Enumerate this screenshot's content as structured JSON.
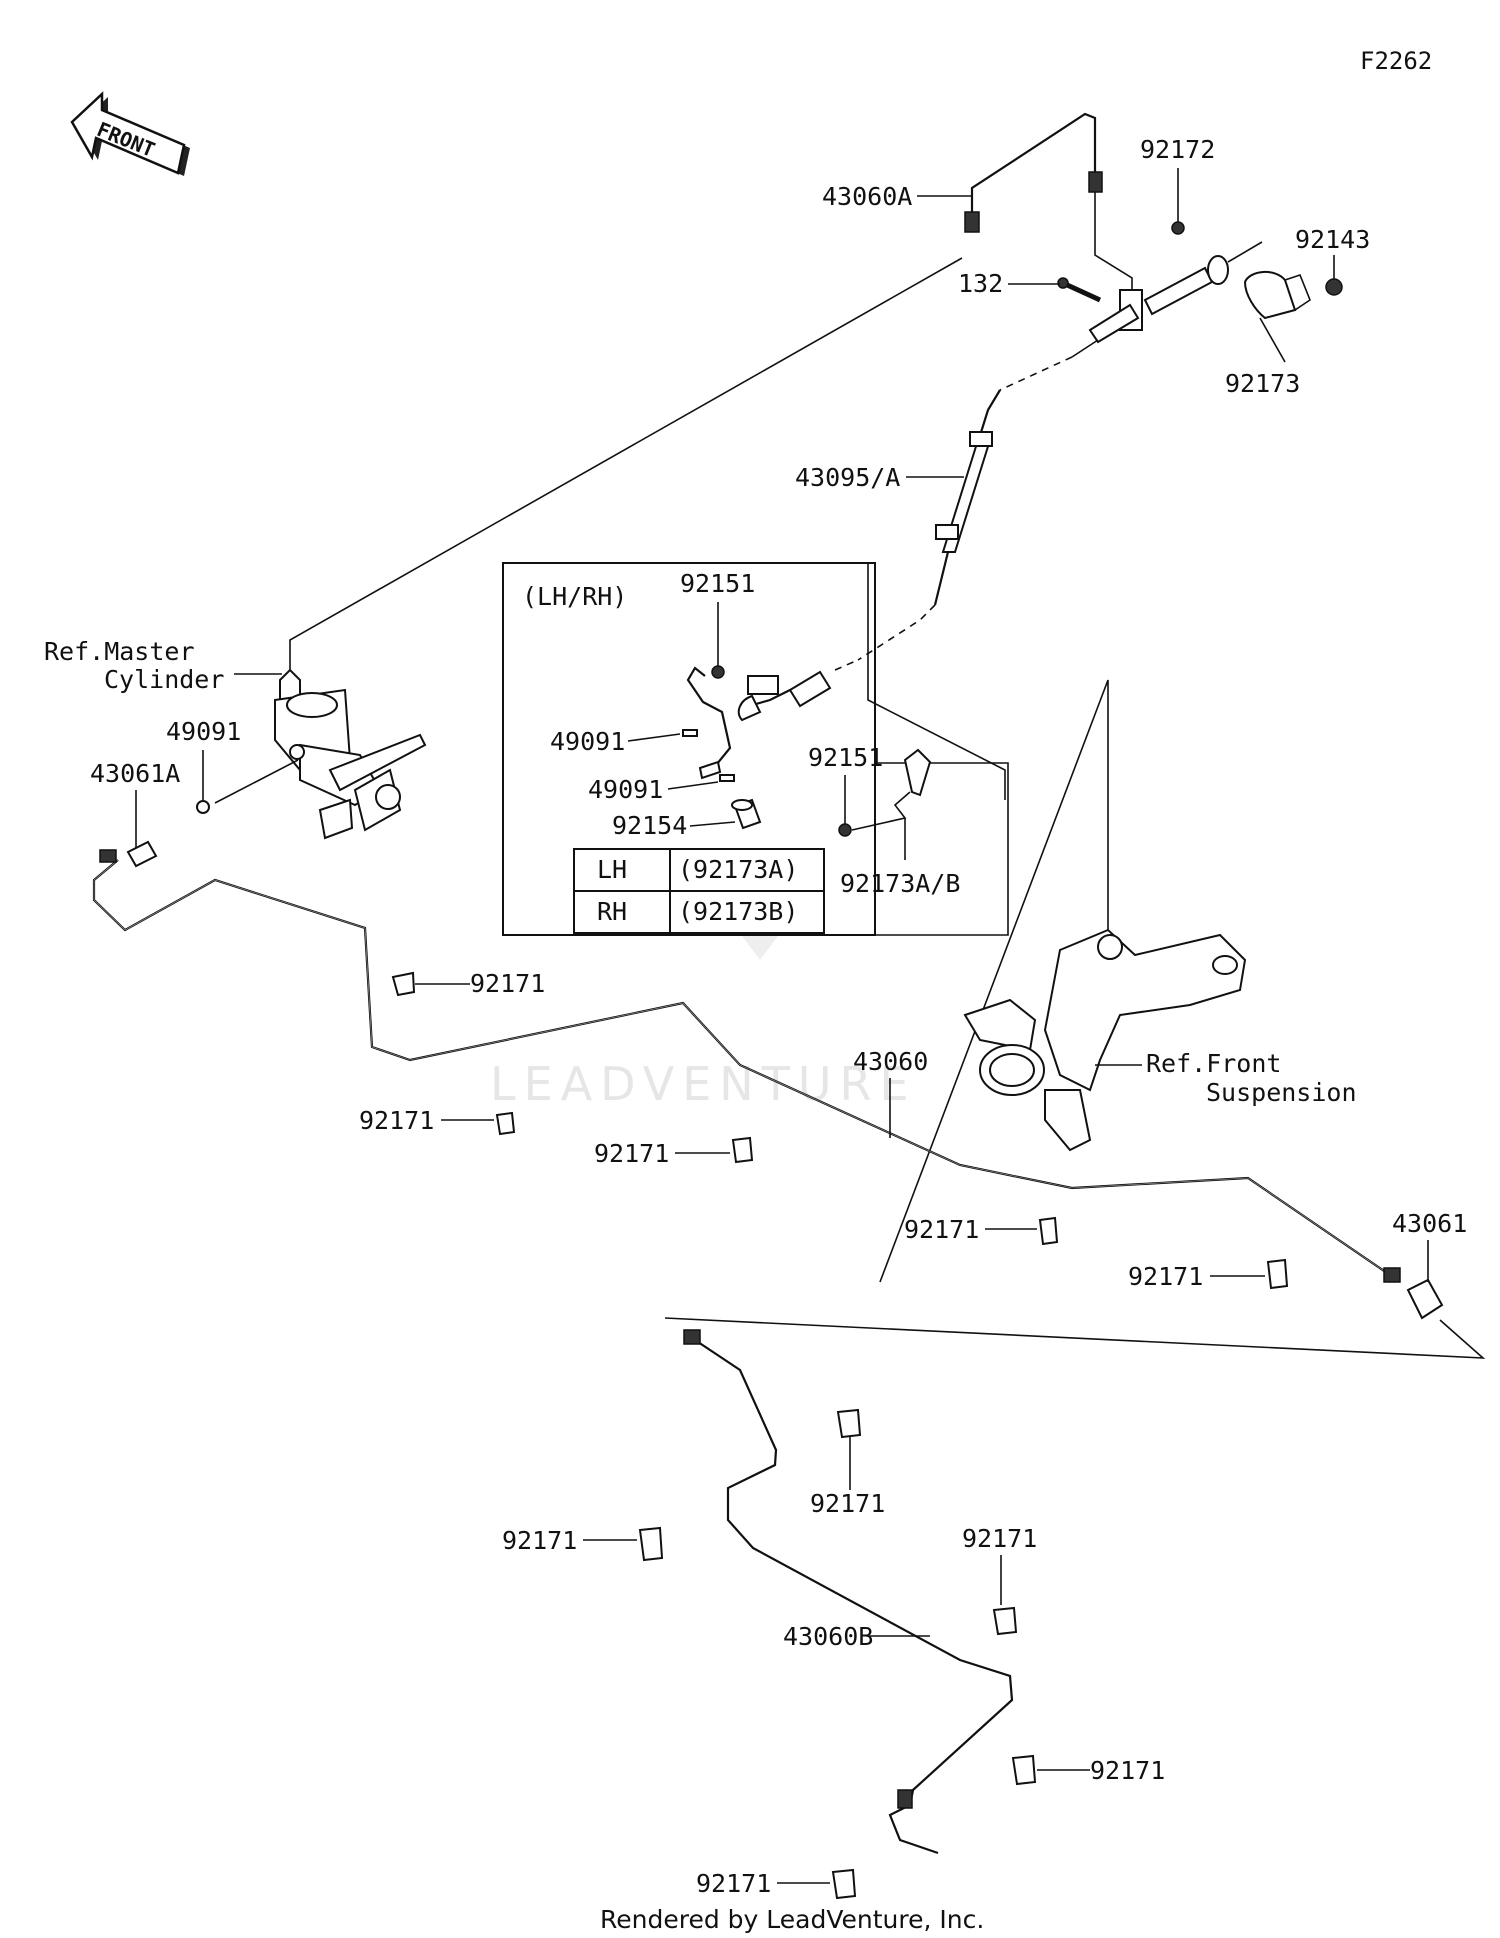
{
  "figure_code": "F2262",
  "front_arrow_label": "FRONT",
  "watermark": "LEADVENTURE",
  "footer": "Rendered by LeadVenture, Inc.",
  "callouts": {
    "p43060A": "43060A",
    "p92172": "92172",
    "p92143": "92143",
    "p132": "132",
    "p92173": "92173",
    "p43095A": "43095/A",
    "ref_master_line1": "Ref.Master",
    "ref_master_line2": "Cylinder",
    "p49091_a": "49091",
    "p43061A": "43061A",
    "p92171_1": "92171",
    "p92171_2": "92171",
    "p92171_3": "92171",
    "p43060": "43060",
    "ref_front_line1": "Ref.Front",
    "ref_front_line2": "Suspension",
    "p92171_4": "92171",
    "p92171_5": "92171",
    "p43061": "43061",
    "p92171_6": "92171",
    "p92171_7": "92171",
    "p92171_8": "92171",
    "p43060B": "43060B",
    "p92171_9": "92171",
    "p92171_10": "92171"
  },
  "inset": {
    "title": "(LH/RH)",
    "p92151_a": "92151",
    "p49091_b": "49091",
    "p49091_c": "49091",
    "p92154": "92154",
    "p92151_b": "92151",
    "p92173AB": "92173A/B",
    "table": [
      {
        "side": "LH",
        "part": "(92173A)"
      },
      {
        "side": "RH",
        "part": "(92173B)"
      }
    ]
  }
}
